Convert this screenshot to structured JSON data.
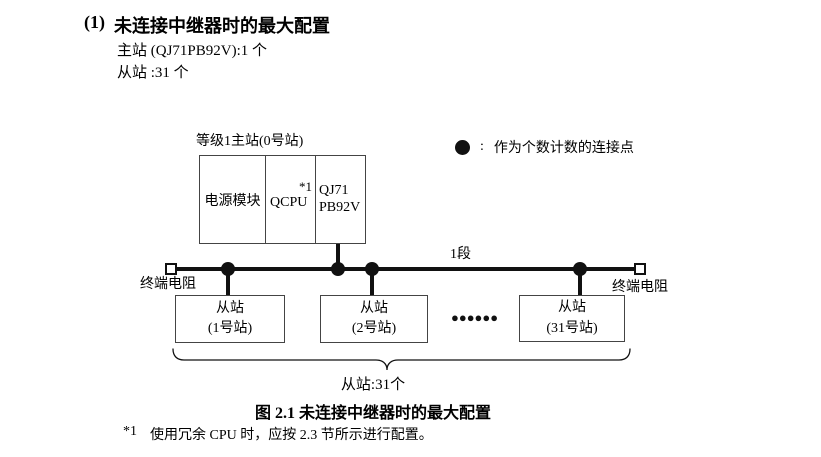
{
  "header": {
    "title_prefix": "(1)",
    "title": "未连接中继器时的最大配置",
    "master_line": "主站 (QJ71PB92V):1 个",
    "slave_line": "从站 :31 个"
  },
  "legend": {
    "symbol": "connection-point-dot",
    "separator": ":",
    "text": "作为个数计数的连接点"
  },
  "diagram": {
    "master_station": {
      "label": "等级1主站(0号站)",
      "modules": [
        {
          "name": "电源模块"
        },
        {
          "name": "QCPU",
          "note_ref": "*1"
        },
        {
          "line1": "QJ71",
          "line2": "PB92V"
        }
      ]
    },
    "segment_label": "1段",
    "terminator_left_label": "终端电阻",
    "terminator_right_label": "终端电阻",
    "slaves": [
      {
        "line1": "从站",
        "line2": "(1号站)"
      },
      {
        "line1": "从站",
        "line2": "(2号站)"
      },
      {
        "line1": "从站",
        "line2": "(31号站)"
      }
    ],
    "ellipsis": "●●●●●●",
    "brace_label": "从站:31个"
  },
  "caption": "图 2.1 未连接中继器时的最大配置",
  "footnote": {
    "ref": "*1",
    "text": "使用冗余 CPU 时，应按 2.3 节所示进行配置。"
  },
  "colors": {
    "background": "#ffffff",
    "text": "#000000",
    "line": "#111111",
    "border": "#444444"
  }
}
